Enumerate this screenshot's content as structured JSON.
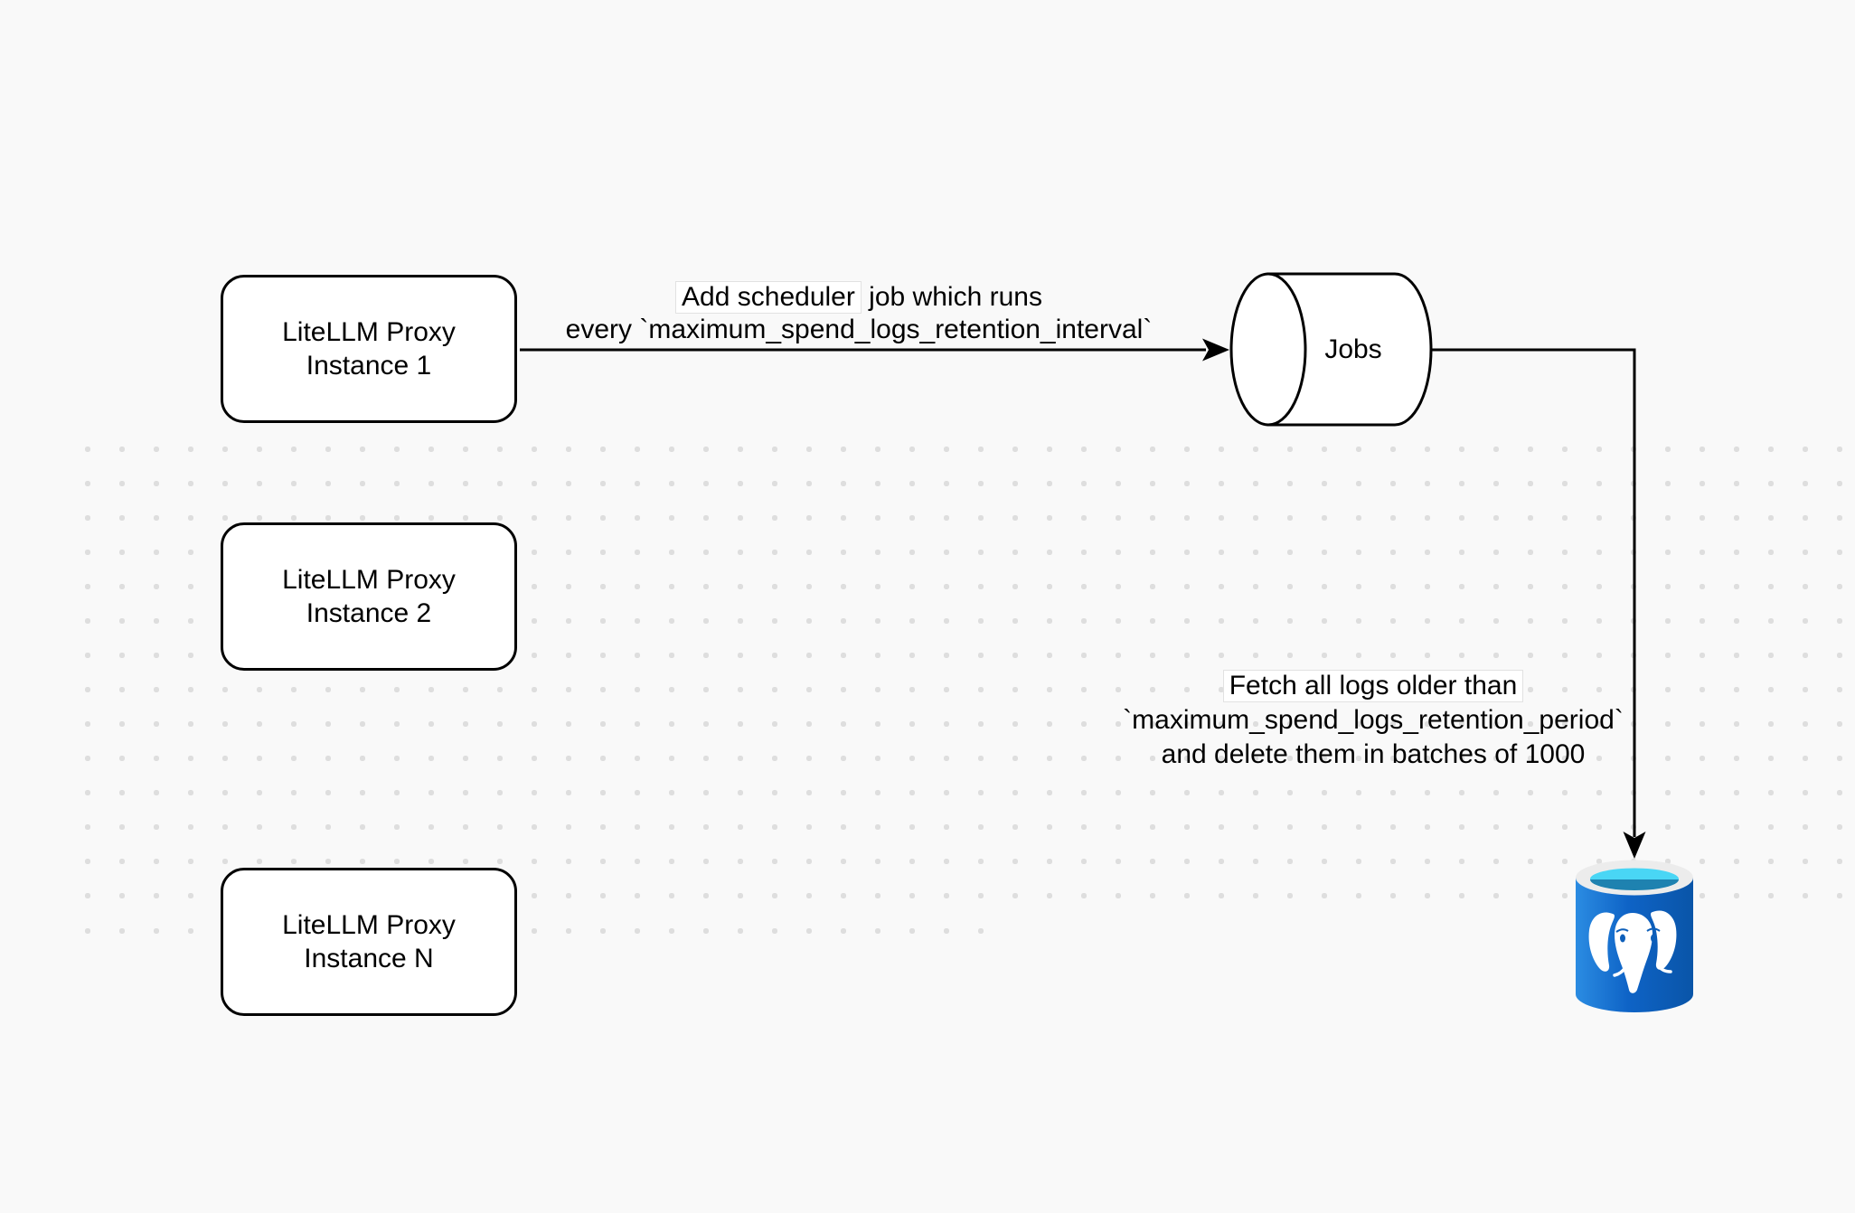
{
  "canvas": {
    "background_color": "#f9f9f9",
    "dot_color": "#dedede",
    "stroke_color": "#000000"
  },
  "nodes": {
    "proxy1": {
      "label": "LiteLLM Proxy\nInstance 1"
    },
    "proxy2": {
      "label": "LiteLLM Proxy\nInstance 2"
    },
    "proxyN": {
      "label": "LiteLLM Proxy\nInstance N"
    },
    "jobs": {
      "label": "Jobs"
    },
    "database": {
      "icon": "postgresql-database-icon"
    }
  },
  "edges": {
    "scheduler": {
      "label_highlight": "Add scheduler",
      "label_line1_rest": " job which runs",
      "label_line2": "every `maximum_spend_logs_retention_interval`"
    },
    "cleanup": {
      "label_line1": "Fetch all logs older than",
      "label_line2": "`maximum_spend_logs_retention_period`",
      "label_line3": "and delete them in batches of 1000"
    }
  },
  "colors": {
    "node_fill": "#ffffff",
    "node_stroke": "#000000",
    "db_body_light": "#2b8ce2",
    "db_body_mid": "#0e63c6",
    "db_body_dark": "#0a55a8",
    "db_rim": "#ececec",
    "db_water_cyan": "#49d6f5",
    "db_water_deep": "#1e82b0",
    "db_elephant": "#ffffff",
    "db_eye_blue": "#0d5fba"
  }
}
